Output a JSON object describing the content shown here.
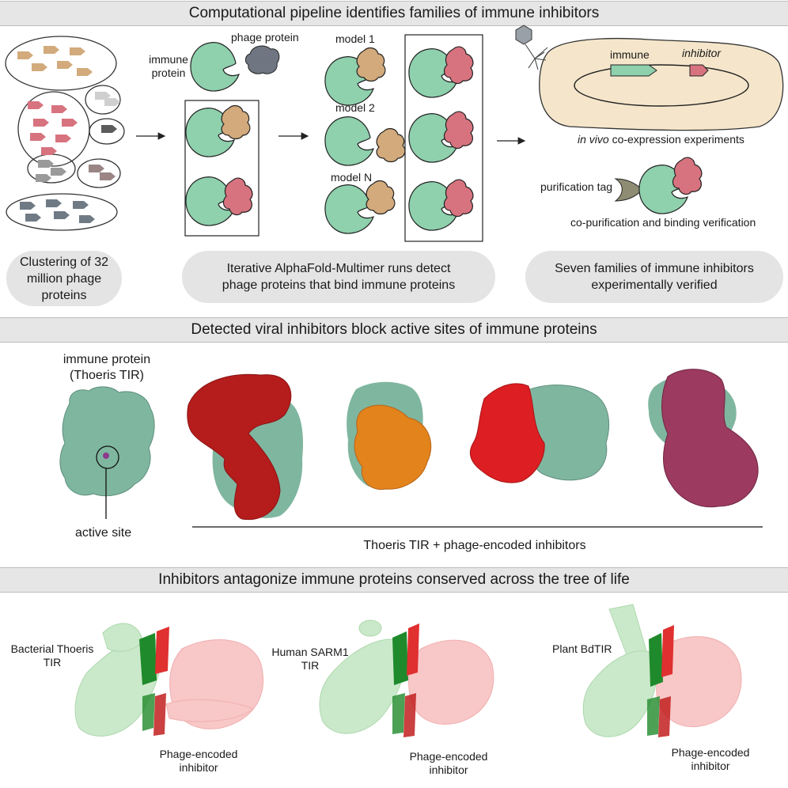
{
  "section1": {
    "title": "Computational pipeline identifies families of immune inhibitors",
    "labels": {
      "phage_protein": "phage protein",
      "immune_protein": "immune\nprotein",
      "model_1": "model 1",
      "model_2": "model 2",
      "model_n": "model N",
      "immune_gene": "immune",
      "inhibitor_gene": "inhibitor",
      "in_vivo_italic": "in vivo",
      "in_vivo_rest": " co-expression experiments",
      "purification_tag": "purification tag",
      "copurification": "co-purification and binding verification"
    },
    "pills": [
      "Clustering of 32 million phage proteins",
      "Iterative AlphaFold-Multimer runs detect phage proteins that bind immune proteins",
      "Seven families of immune inhibitors experimentally verified"
    ]
  },
  "section2": {
    "title": "Detected viral inhibitors block active sites of immune proteins",
    "immune_label": "immune protein\n(Thoeris TIR)",
    "active_site": "active site",
    "caption": "Thoeris TIR + phage-encoded inhibitors"
  },
  "section3": {
    "title": "Inhibitors antagonize immune proteins conserved across the tree of life",
    "panels": [
      {
        "label": "Bacterial Thoeris\nTIR",
        "inhibitor": "Phage-encoded\ninhibitor"
      },
      {
        "label": "Human SARM1\nTIR",
        "inhibitor": "Phage-encoded\ninhibitor"
      },
      {
        "label": "Plant BdTIR",
        "inhibitor": "Phage-encoded\ninhibitor"
      }
    ]
  },
  "colors": {
    "immune": "#8fd0ad",
    "phage_tan": "#d2aa7c",
    "phage_pink": "#d7737f",
    "cell": "#f5e6cb",
    "surface_teal": "#7fb6a0",
    "inhibitor_red": "#b51c1c",
    "inhibitor_orange": "#e2831c",
    "inhibitor_maroon": "#9c3a5f",
    "ribbon_green": "#1f8a2b",
    "ribbon_red": "#e03030"
  }
}
